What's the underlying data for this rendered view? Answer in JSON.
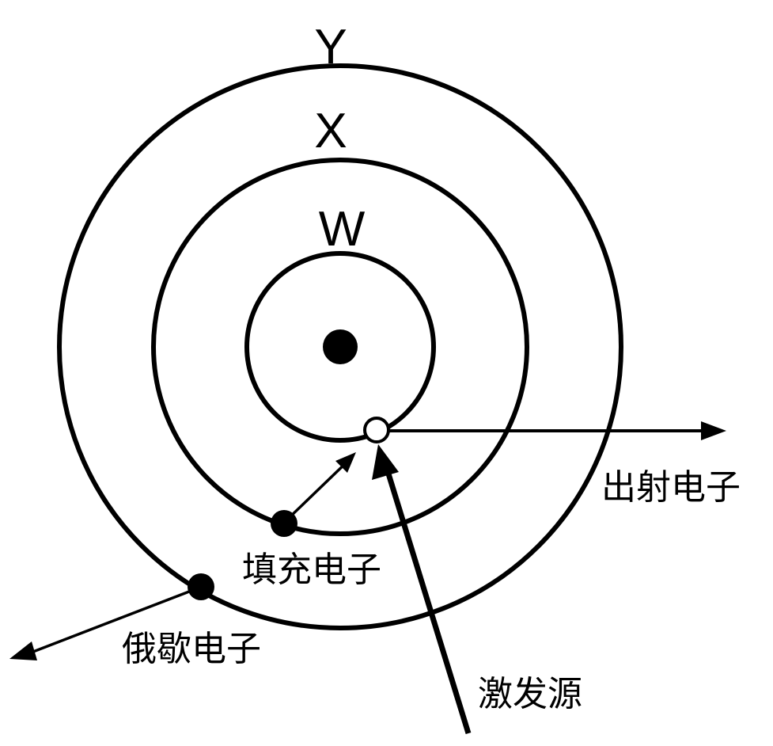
{
  "shells": {
    "inner": "W",
    "middle": "X",
    "outer": "Y"
  },
  "labels": {
    "emitted_electron": "出射电子",
    "filling_electron": "填充电子",
    "auger_electron": "俄歇电子",
    "excitation_source": "激发源"
  },
  "colors": {
    "stroke": "#000000",
    "background": "#ffffff"
  }
}
